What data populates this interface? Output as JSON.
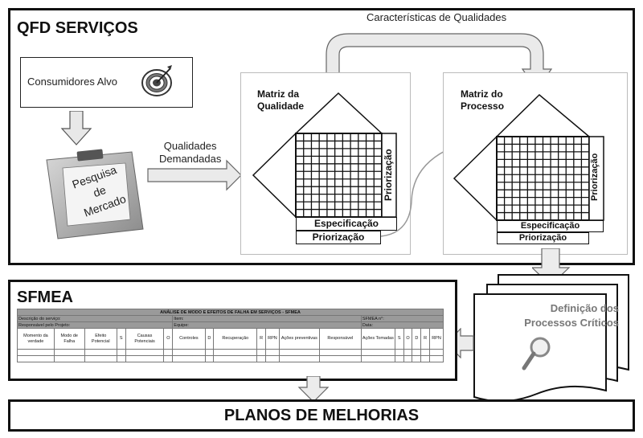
{
  "qfd": {
    "title": "QFD SERVIÇOS"
  },
  "consumers": {
    "label": "Consumidores Alvo",
    "icon": "target-icon"
  },
  "clipboard": {
    "lines": [
      "Pesquisa",
      "de",
      "Mercado"
    ],
    "icon": "clipboard-icon"
  },
  "arrows": {
    "demanded_line1": "Qualidades",
    "demanded_line2": "Demandadas",
    "characteristics": "Características de Qualidades"
  },
  "matrix_quality": {
    "title_line1": "Matriz da",
    "title_line2": "Qualidade",
    "side_label": "Priorização",
    "spec_label": "Especificação",
    "prior_label": "Priorização"
  },
  "matrix_process": {
    "title_line1": "Matriz do",
    "title_line2": "Processo",
    "side_label": "Priorização",
    "spec_label": "Especificação",
    "prior_label": "Priorização"
  },
  "critical": {
    "line1": "Definição dos",
    "line2": "Processos Críticos",
    "icon": "magnifier-icon"
  },
  "sfmea": {
    "title": "SFMEA",
    "table_title": "ANÁLISE DE MODO E EFEITOS DE FALHA EM SERVIÇOS - SFMEA",
    "row1": {
      "a": "Descrição do serviço:",
      "b": "Item:",
      "c": "SFMEA n°:"
    },
    "row2": {
      "a": "Responsável pelo Projeto:",
      "b": "Equipe:",
      "c": "Data:"
    },
    "columns": [
      "Momento da verdade",
      "Modo de Falha",
      "Efeito Potencial",
      "S",
      "Causas Potenciais",
      "O",
      "Controles",
      "D",
      "Recuperação",
      "R",
      "RPN",
      "Ações preventivas",
      "Responsável",
      "Ações Tomadas",
      "S",
      "O",
      "D",
      "R",
      "RPN"
    ]
  },
  "plans": {
    "title": "PLANOS DE MELHORIAS"
  }
}
